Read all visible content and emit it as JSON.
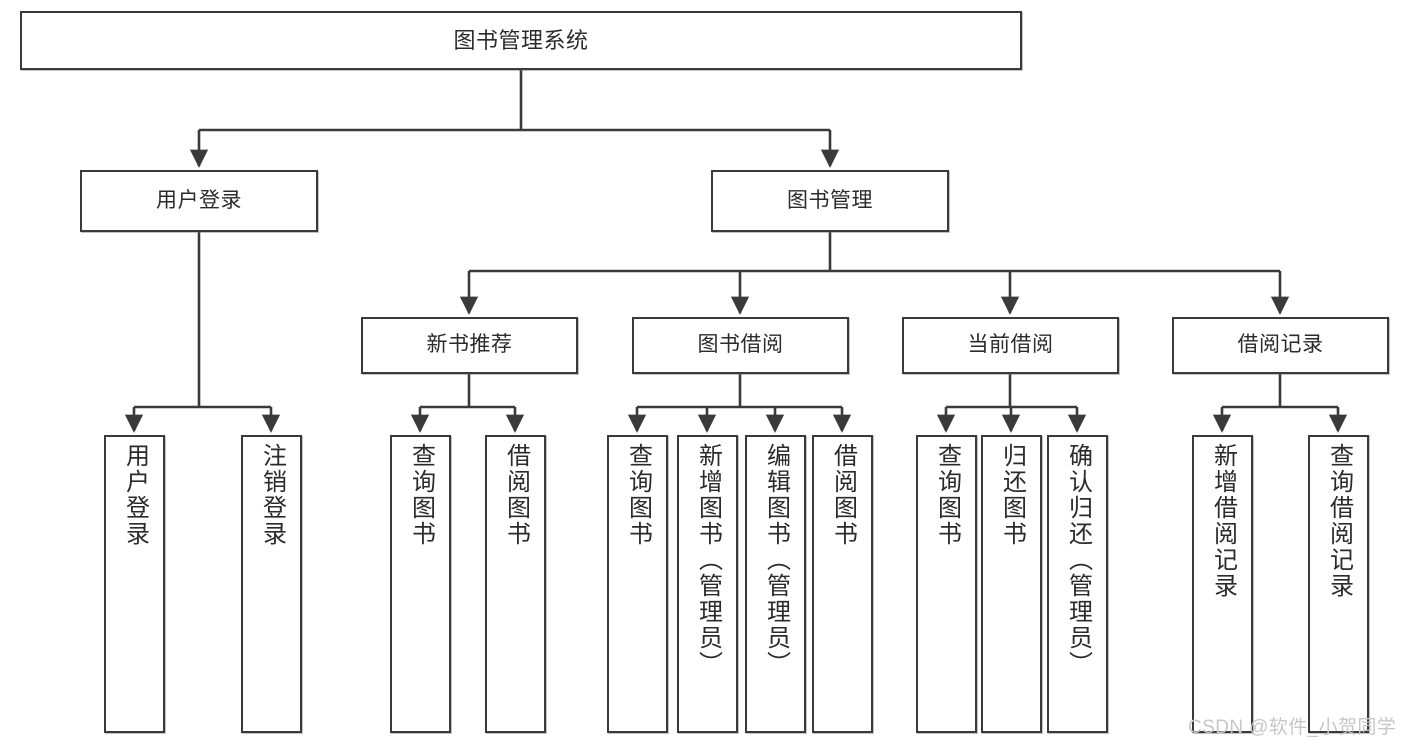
{
  "diagram": {
    "title": "图书管理系统",
    "watermark": "CSDN @软件_小贺同学",
    "line_color": "#3a3a3a",
    "box_border_color": "#3a3a3a",
    "text_color": "#2b2b2b",
    "background": "#ffffff"
  },
  "nodes": {
    "root": {
      "label": "图书管理系统"
    },
    "level2": [
      {
        "label": "用户登录"
      },
      {
        "label": "图书管理"
      }
    ],
    "level3": [
      {
        "label": "新书推荐"
      },
      {
        "label": "图书借阅"
      },
      {
        "label": "当前借阅"
      },
      {
        "label": "借阅记录"
      }
    ],
    "leaves": {
      "user_login": [
        {
          "label": "用户登录"
        },
        {
          "label": "注销登录"
        }
      ],
      "new_book_recommend": [
        {
          "label": "查询图书"
        },
        {
          "label": "借阅图书"
        }
      ],
      "book_borrow": [
        {
          "label": "查询图书"
        },
        {
          "label": "新增图书（管理员）"
        },
        {
          "label": "编辑图书（管理员）"
        },
        {
          "label": "借阅图书"
        }
      ],
      "current_borrow": [
        {
          "label": "查询图书"
        },
        {
          "label": "归还图书"
        },
        {
          "label": "确认归还（管理员）"
        }
      ],
      "borrow_record": [
        {
          "label": "新增借阅记录"
        },
        {
          "label": "查询借阅记录"
        }
      ]
    }
  }
}
